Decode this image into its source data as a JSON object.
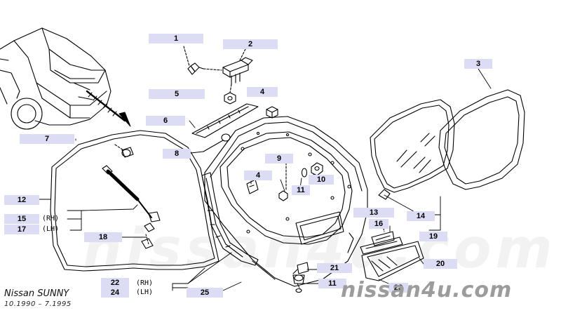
{
  "caption": {
    "title": "Nissan SUNNY",
    "date_range": "10.1990 – 7.1995"
  },
  "watermark": "nissan4u.com",
  "parts": {
    "p1": "1",
    "p2": "2",
    "p3": "3",
    "p4a": "4",
    "p4b": "4",
    "p5": "5",
    "p6": "6",
    "p7": "7",
    "p8": "8",
    "p9": "9",
    "p10": "10",
    "p11a": "11",
    "p11b": "11",
    "p12": "12",
    "p13": "13",
    "p14": "14",
    "p15": "15",
    "p16": "16",
    "p17": "17",
    "p18": "18",
    "p19": "19",
    "p20": "20",
    "p21": "21",
    "p22": "22",
    "p23": "23",
    "p24": "24",
    "p25": "25"
  },
  "side_labels": {
    "rh": "(RH)",
    "lh": "(LH)"
  },
  "colors": {
    "callout_bg": "#dcdcf4",
    "line": "#000000",
    "watermark": "#9c9c9c"
  }
}
